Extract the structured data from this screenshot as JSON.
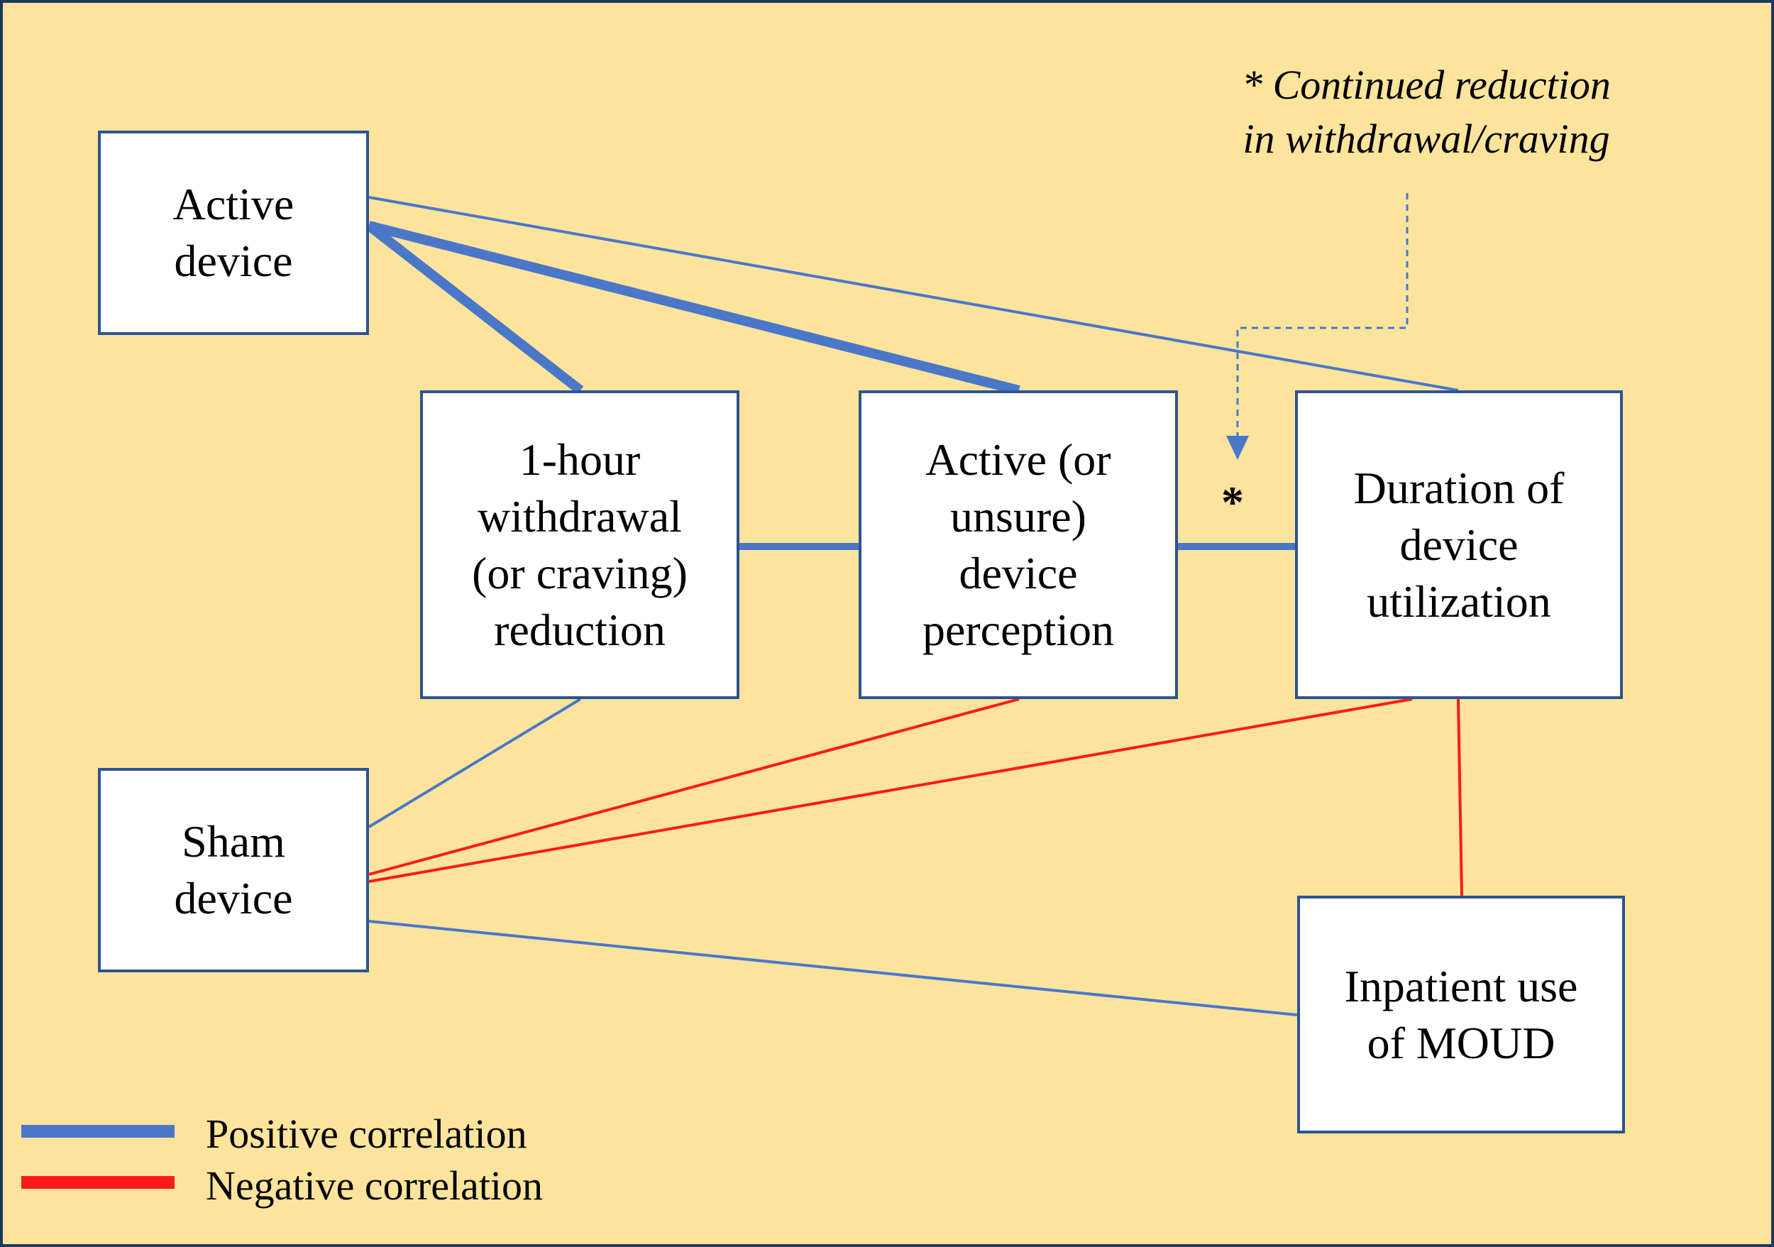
{
  "colors": {
    "background": "#fde49d",
    "frame_border": "#1f3760",
    "box_border": "#2e5393",
    "positive": "#4b77c9",
    "negative": "#ff1a1a"
  },
  "nodes": {
    "active_device": "Active\ndevice",
    "withdrawal": "1-hour\nwithdrawal\n(or craving)\nreduction",
    "perception": "Active (or\nunsure)\ndevice\nperception",
    "duration": "Duration of\ndevice\nutilization",
    "sham_device": "Sham\ndevice",
    "moud": "Inpatient use\nof MOUD"
  },
  "annotation": {
    "note": "* Continued reduction\nin withdrawal/craving",
    "marker": "*"
  },
  "legend": {
    "positive_label": "Positive correlation",
    "negative_label": "Negative correlation"
  },
  "edges": [
    {
      "from": "active_device",
      "to": "withdrawal",
      "sign": "positive",
      "strength": "strong"
    },
    {
      "from": "active_device",
      "to": "perception",
      "sign": "positive",
      "strength": "strong"
    },
    {
      "from": "active_device",
      "to": "duration",
      "sign": "positive",
      "strength": "weak"
    },
    {
      "from": "withdrawal",
      "to": "perception",
      "sign": "positive",
      "strength": "medium"
    },
    {
      "from": "perception",
      "to": "duration",
      "sign": "positive",
      "strength": "medium"
    },
    {
      "from": "withdrawal",
      "to": "sham_device",
      "sign": "positive",
      "strength": "weak"
    },
    {
      "from": "perception",
      "to": "sham_device",
      "sign": "negative",
      "strength": "weak"
    },
    {
      "from": "duration",
      "to": "sham_device",
      "sign": "negative",
      "strength": "weak"
    },
    {
      "from": "duration",
      "to": "moud",
      "sign": "negative",
      "strength": "weak"
    },
    {
      "from": "sham_device",
      "to": "moud",
      "sign": "positive",
      "strength": "weak"
    }
  ]
}
